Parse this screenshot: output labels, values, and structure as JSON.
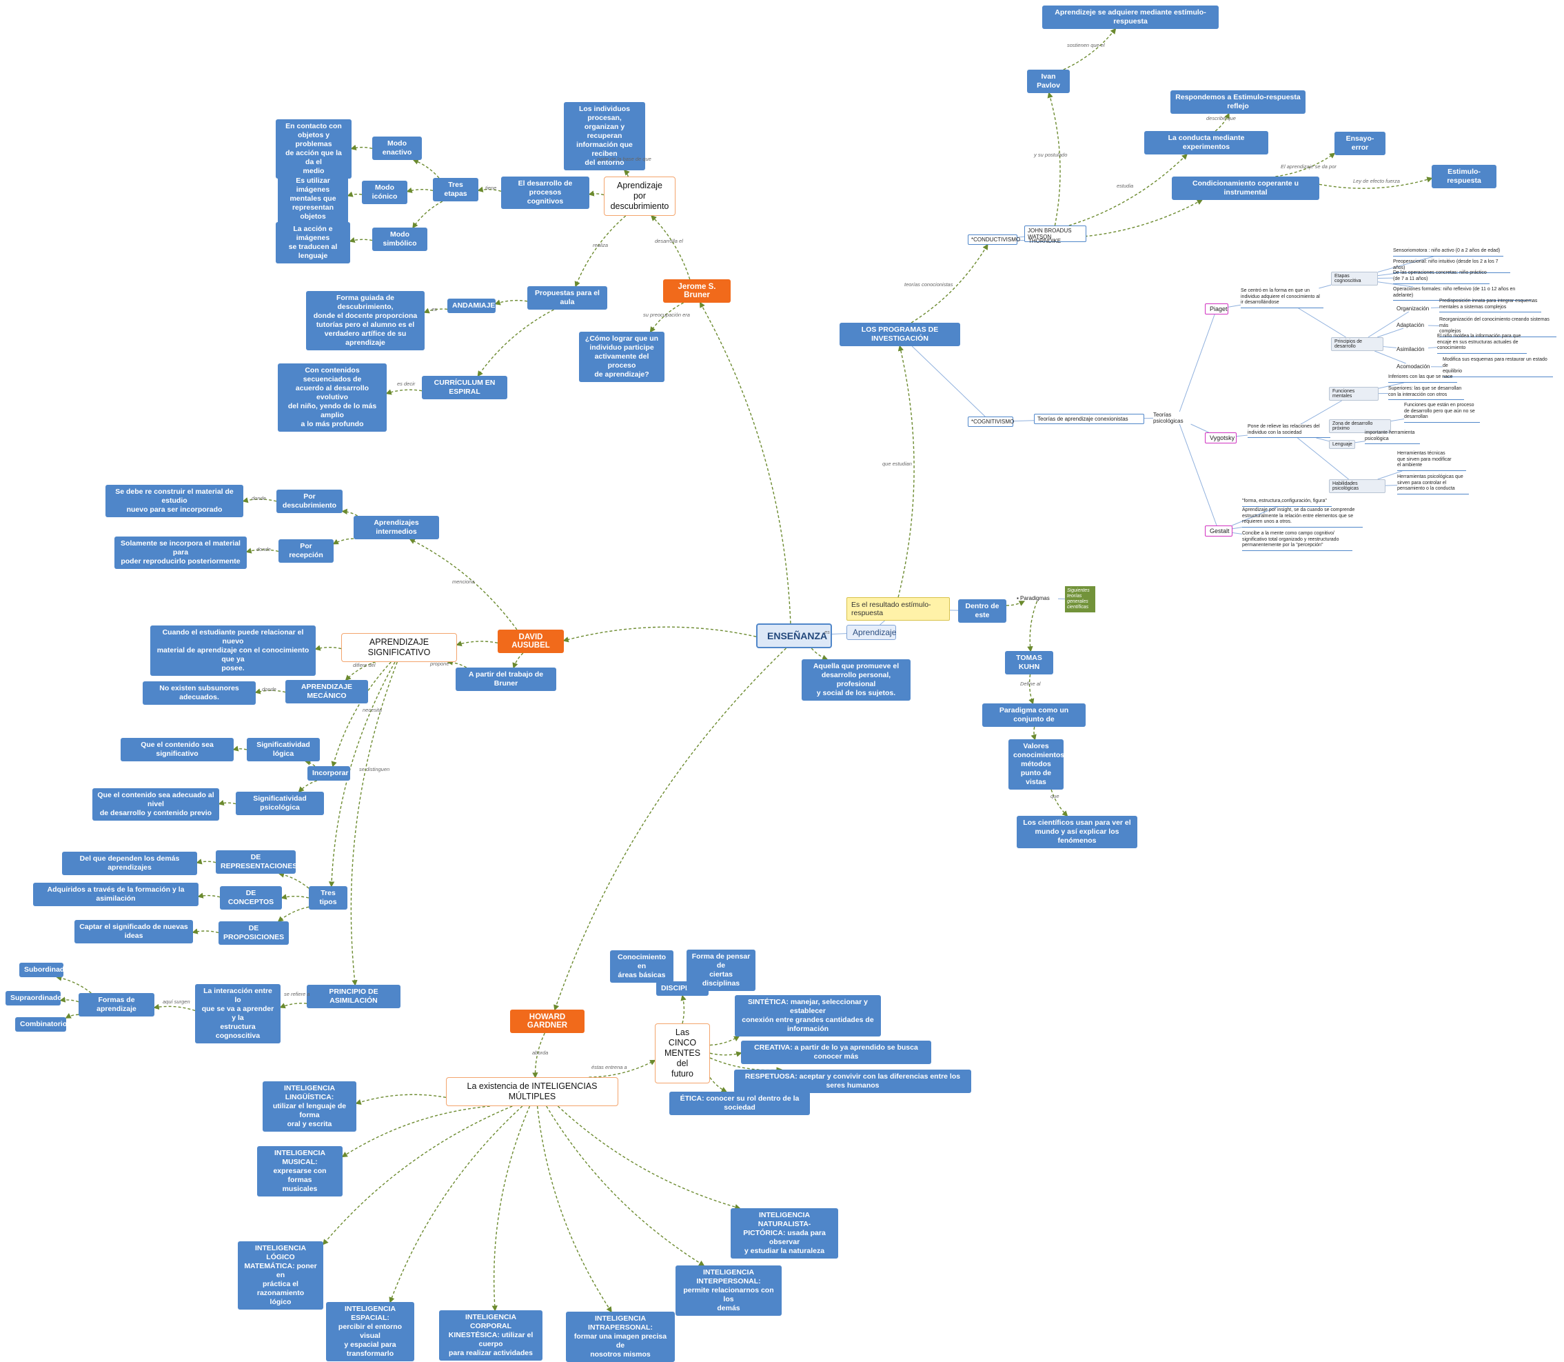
{
  "map": {
    "nodes": [
      {
        "key": "ensenanza",
        "text": "ENSEÑANZA",
        "style": "central"
      },
      {
        "key": "aprendizaje",
        "text": "Aprendizaje",
        "style": "lightblue"
      },
      {
        "key": "resultado",
        "text": "Es el resultado estímulo- respuesta",
        "style": "yellow"
      },
      {
        "key": "aquella",
        "text": "Aquella que promueve el\ndesarrollo personal, profesional\ny social de los sujetos.",
        "style": "blue"
      },
      {
        "key": "dentro",
        "text": "Dentro de este",
        "style": "blue"
      },
      {
        "key": "paradigmas",
        "text": "▪ Paradigmas",
        "style": "small-text-plain"
      },
      {
        "key": "siguientes",
        "text": "Siguientes\nteorías\ngenerales\ncientíficas",
        "style": "green"
      },
      {
        "key": "kuhn",
        "text": "TOMAS KUHN",
        "style": "blue"
      },
      {
        "key": "paradigma",
        "text": "Paradigma como un conjunto de",
        "style": "blue"
      },
      {
        "key": "valores",
        "text": "Valores\nconocimientos\nmétodos\npunto de vistas",
        "style": "blue"
      },
      {
        "key": "cientificos",
        "text": "Los científicos usan para ver el\nmundo  y así explicar los fenómenos",
        "style": "blue"
      },
      {
        "key": "programas",
        "text": "LOS PROGRAMAS DE INVESTIGACIÓN",
        "style": "blue"
      },
      {
        "key": "conductivismo",
        "text": "*CONDUCTIVISMO",
        "style": "small-outline-blue"
      },
      {
        "key": "cognitivismo",
        "text": "*COGNITIVISMO",
        "style": "small-outline-blue"
      },
      {
        "key": "watson",
        "text": "JOHN BROADUS WATSON",
        "style": "small-outline-blue"
      },
      {
        "key": "thorndike",
        "text": "THORNDIKE",
        "style": "small-text-plain"
      },
      {
        "key": "pavlov",
        "text": "Ivan Pavlov",
        "style": "blue"
      },
      {
        "key": "adquiere",
        "text": "Aprendizeje se adquiere mediante estímulo-respuesta",
        "style": "blue"
      },
      {
        "key": "conducta",
        "text": "La conducta mediante experimentos",
        "style": "blue"
      },
      {
        "key": "respondemos",
        "text": "Respondemos a Estimulo-respuesta reflejo",
        "style": "blue"
      },
      {
        "key": "condicionamiento",
        "text": "Condicionamiento coperante u instrumental",
        "style": "blue"
      },
      {
        "key": "ensayo",
        "text": "Ensayo-error",
        "style": "blue"
      },
      {
        "key": "estimulo",
        "text": "Estimulo-respuesta",
        "style": "blue"
      },
      {
        "key": "conexionistas",
        "text": "Teorías de aprendizaje conexionistas",
        "style": "small-outline-blue"
      },
      {
        "key": "teorias_psico",
        "text": "Teorías psicológicas",
        "style": "small-text-plain"
      },
      {
        "key": "piaget",
        "text": "Piaget",
        "style": "small-outline-pink"
      },
      {
        "key": "vygotsky",
        "text": "Vygotsky",
        "style": "small-outline-pink"
      },
      {
        "key": "gestalt",
        "text": "Gestalt",
        "style": "small-outline-pink"
      },
      {
        "key": "piaget_desc",
        "text": "Se centró en la forma en que un\nindividuo adquiere el conocimiento al\nir desarrollándose",
        "style": "small-text"
      },
      {
        "key": "etapas_cog",
        "text": "Etapas cognoscitiva",
        "style": "small-grey"
      },
      {
        "key": "principios",
        "text": "Principios de desarrollo",
        "style": "small-grey"
      },
      {
        "key": "e1",
        "text": "Sensoriomotora : niño activo (0 a 2 años de edad)",
        "style": "small-text"
      },
      {
        "key": "e2",
        "text": "Preoperacional: niño intuitivo (desde los 2 a los 7 años)",
        "style": "small-text"
      },
      {
        "key": "e3",
        "text": "De las operaciones concretas: niño práctico\n(de 7 a 11 años)",
        "style": "small-text"
      },
      {
        "key": "e4",
        "text": "Operaciones formales: niño reflexivo (de 11 o 12 años en adelante)",
        "style": "small-text"
      },
      {
        "key": "p1",
        "text": "Organización",
        "style": "small-text-plain"
      },
      {
        "key": "p1d",
        "text": "Predisposición innata para integrar esquemas\nmentales a sistemas complejos",
        "style": "small-text"
      },
      {
        "key": "p2",
        "text": "Adaptación",
        "style": "small-text-plain"
      },
      {
        "key": "p2d",
        "text": "Reorganización del conocimiento creando sistemas más\ncomplejos",
        "style": "small-text"
      },
      {
        "key": "p3",
        "text": "Asimilación",
        "style": "small-text-plain"
      },
      {
        "key": "p3d",
        "text": "El niño moldea la información para que\nencaje en sus estructuras actuales de\nconocimiento",
        "style": "small-text"
      },
      {
        "key": "p4",
        "text": "Acomodación",
        "style": "small-text-plain"
      },
      {
        "key": "p4d",
        "text": "Modifica sus esquemas para restaurar un estado de\nequilibrio",
        "style": "small-text"
      },
      {
        "key": "vyg_desc",
        "text": "Pone de relieve las relaciones del\nindividuo con la sociedad",
        "style": "small-text"
      },
      {
        "key": "func_ment",
        "text": "Funciones mentales",
        "style": "small-grey"
      },
      {
        "key": "fm1",
        "text": "Inferiores con las que se nace",
        "style": "small-text"
      },
      {
        "key": "fm2",
        "text": "Superiores: las que se desarrollan\ncon la interacción con otros",
        "style": "small-text"
      },
      {
        "key": "zona",
        "text": "Zona de desarrollo próximo",
        "style": "small-grey"
      },
      {
        "key": "zona_d",
        "text": "Funciones que están en proceso\nde desarrollo pero que aún no se\ndesarrollan",
        "style": "small-text"
      },
      {
        "key": "lenguaje",
        "text": "Lenguaje",
        "style": "small-grey"
      },
      {
        "key": "lenguaje_d",
        "text": "importante herramienta\npsicológica",
        "style": "small-text"
      },
      {
        "key": "habilidades",
        "text": "Habilidades psicológicas",
        "style": "small-grey"
      },
      {
        "key": "h1",
        "text": "Herramientas técnicas\nque sirven para modificar\nel ambiente",
        "style": "small-text"
      },
      {
        "key": "h2",
        "text": "Herramientas psicológicas que\nsirven para controlar el\npensamiento o la conducta",
        "style": "small-text"
      },
      {
        "key": "g1",
        "text": "\"forma, estructura,configuración, figura\"",
        "style": "small-text"
      },
      {
        "key": "g2",
        "text": "Aprendizaje por insight, se da cuando se comprende\nestructuralmente la  relación entre  elementos  que se\nrequieren  unos a otros.",
        "style": "small-text"
      },
      {
        "key": "g3",
        "text": "Concibe a la mente como campo cognitivo/\nsignificativo total organizado y reestructurado\npermanentemente por la \"percepción\"",
        "style": "small-text"
      },
      {
        "key": "bruner",
        "text": "Jerome S. Bruner",
        "style": "orange"
      },
      {
        "key": "descubrimiento",
        "text": "Aprendizaje por\ndescubrimiento",
        "style": "outline-orange"
      },
      {
        "key": "procesan",
        "text": "Los individuos procesan,\norganizan y recuperan\ninformación que reciben\ndel entorno",
        "style": "blue"
      },
      {
        "key": "desarrollo_proc",
        "text": "El desarrollo de procesos\ncognitivos",
        "style": "blue"
      },
      {
        "key": "tres_etapas",
        "text": "Tres etapas",
        "style": "blue"
      },
      {
        "key": "enactivo",
        "text": "Modo enactivo",
        "style": "blue"
      },
      {
        "key": "iconico",
        "text": "Modo icónico",
        "style": "blue"
      },
      {
        "key": "simbolico",
        "text": "Modo simbólico",
        "style": "blue"
      },
      {
        "key": "en_contacto",
        "text": "En contacto con\nobjetos y problemas\nde acción que la da el\nmedio",
        "style": "blue"
      },
      {
        "key": "imagenes",
        "text": "Es utilizar imágenes\nmentales que\nrepresentan objetos",
        "style": "blue"
      },
      {
        "key": "accion_img",
        "text": "La acción e imágenes\nse traducen al\nlenguaje",
        "style": "blue"
      },
      {
        "key": "propuestas",
        "text": "Propuestas para el aula",
        "style": "blue"
      },
      {
        "key": "andamiaje",
        "text": "ANDAMIAJE",
        "style": "blue"
      },
      {
        "key": "forma_guiada",
        "text": "Forma guiada de descubrimiento,\ndonde el docente proporciona\ntutorías pero el alumno es el\nverdadero artífice de su aprendizaje",
        "style": "blue"
      },
      {
        "key": "curriculum",
        "text": "CURRÍCULUM EN ESPIRAL",
        "style": "blue"
      },
      {
        "key": "contenidos",
        "text": "Con contenidos secuenciados de\nacuerdo al desarrollo evolutivo\ndel niño, yendo de lo más amplio\na lo más profundo",
        "style": "blue"
      },
      {
        "key": "como_lograr",
        "text": "¿Cómo lograr que un\nindividuo participe\nactivamente del proceso\nde aprendizaje?",
        "style": "blue"
      },
      {
        "key": "ausubel",
        "text": "DAVID AUSUBEL",
        "style": "orange"
      },
      {
        "key": "significativo",
        "text": "APRENDIZAJE SIGNIFICATIVO",
        "style": "outline-orange"
      },
      {
        "key": "cuando",
        "text": "Cuando el estudiante puede relacionar el nuevo\nmaterial de aprendizaje con el conocimiento que ya\nposee.",
        "style": "blue"
      },
      {
        "key": "a_partir",
        "text": "A partir del trabajo de Bruner",
        "style": "blue"
      },
      {
        "key": "intermedios",
        "text": "Aprendizajes intermedios",
        "style": "blue"
      },
      {
        "key": "por_desc",
        "text": "Por descubrimiento",
        "style": "blue"
      },
      {
        "key": "se_debe",
        "text": "Se debe re construir el material de estudio\nnuevo para ser incorporado",
        "style": "blue"
      },
      {
        "key": "por_recep",
        "text": "Por recepción",
        "style": "blue"
      },
      {
        "key": "solamente",
        "text": "Solamente se incorpora el material para\npoder reproducirlo posteriormente",
        "style": "blue"
      },
      {
        "key": "mecanico",
        "text": "APRENDIZAJE MECÁNICO",
        "style": "blue"
      },
      {
        "key": "no_existen",
        "text": "No existen subsunores adecuados.",
        "style": "blue"
      },
      {
        "key": "incorporar",
        "text": "Incorporar",
        "style": "blue"
      },
      {
        "key": "sig_logica",
        "text": "Significatividad lógica",
        "style": "blue"
      },
      {
        "key": "contenido_sig",
        "text": "Que el contenido sea significativo",
        "style": "blue"
      },
      {
        "key": "sig_psico",
        "text": "Significatividad psicológica",
        "style": "blue"
      },
      {
        "key": "adecuado",
        "text": "Que el contenido sea adecuado al nivel\nde desarrollo y contenido previo",
        "style": "blue"
      },
      {
        "key": "tres_tipos",
        "text": "Tres tipos",
        "style": "blue"
      },
      {
        "key": "representaciones",
        "text": "DE REPRESENTACIONES",
        "style": "blue"
      },
      {
        "key": "dependen",
        "text": "Del que dependen los demás aprendizajes",
        "style": "blue"
      },
      {
        "key": "conceptos",
        "text": "DE CONCEPTOS",
        "style": "blue"
      },
      {
        "key": "adquiridos",
        "text": "Adquiridos a través de la formación y la asimilación",
        "style": "blue"
      },
      {
        "key": "proposiciones",
        "text": "DE PROPOSICIONES",
        "style": "blue"
      },
      {
        "key": "captar",
        "text": "Captar el significado de nuevas ideas",
        "style": "blue"
      },
      {
        "key": "asimilacion",
        "text": "PRINCIPIO DE ASIMILACIÓN",
        "style": "blue"
      },
      {
        "key": "interaccion",
        "text": "La interacción entre lo\nque se va a aprender y la\nestructura cognoscitiva",
        "style": "blue"
      },
      {
        "key": "formas",
        "text": "Formas de aprendizaje",
        "style": "blue"
      },
      {
        "key": "subordinado",
        "text": "Subordinado",
        "style": "blue"
      },
      {
        "key": "supraordinado",
        "text": "Supraordinado",
        "style": "blue"
      },
      {
        "key": "combinatorio",
        "text": "Combinatorio",
        "style": "blue"
      },
      {
        "key": "gardner",
        "text": "HOWARD GARDNER",
        "style": "orange"
      },
      {
        "key": "multiples",
        "text": "La existencia de INTELIGENCIAS MÚLTIPLES",
        "style": "outline-orange"
      },
      {
        "key": "cinco",
        "text": "Las CINCO\nMENTES del\nfuturo",
        "style": "outline-orange"
      },
      {
        "key": "disciplinada",
        "text": "DISCIPLINADA",
        "style": "blue"
      },
      {
        "key": "conocimiento_areas",
        "text": "Conocimiento en\náreas básicas",
        "style": "blue"
      },
      {
        "key": "forma_pensar",
        "text": "Forma de pensar de\nciertas disciplinas",
        "style": "blue"
      },
      {
        "key": "sintetica",
        "text": "SINTÉTICA: manejar, seleccionar y establecer\nconexión entre grandes cantidades de\ninformación",
        "style": "blue"
      },
      {
        "key": "creativa",
        "text": "CREATIVA: a partir de lo ya aprendido se busca conocer más",
        "style": "blue"
      },
      {
        "key": "respetuosa",
        "text": "RESPETUOSA: aceptar y convivir con las diferencias entre los seres humanos",
        "style": "blue"
      },
      {
        "key": "etica",
        "text": "ÉTICA: conocer su rol dentro de la sociedad",
        "style": "blue"
      },
      {
        "key": "linguistica",
        "text": "INTELIGENCIA LINGÜÍSTICA:\nutilizar el lenguaje de forma\noral y escrita",
        "style": "blue"
      },
      {
        "key": "musical",
        "text": "INTELIGENCIA MUSICAL:\nexpresarse con formas\nmusicales",
        "style": "blue"
      },
      {
        "key": "logico",
        "text": "INTELIGENCIA LÓGICO\nMATEMÁTICA:  poner en\npráctica el razonamiento\nlógico",
        "style": "blue"
      },
      {
        "key": "espacial",
        "text": "INTELIGENCIA ESPACIAL:\npercibir el entorno visual\ny espacial para\ntransformarlo",
        "style": "blue"
      },
      {
        "key": "corporal",
        "text": "INTELIGENCIA CORPORAL\nKINESTÉSICA: utilizar el cuerpo\npara realizar actividades",
        "style": "blue"
      },
      {
        "key": "intrapersonal",
        "text": "INTELIGENCIA INTRAPERSONAL:\nformar una imagen precisa de\nnosotros mismos",
        "style": "blue"
      },
      {
        "key": "interpersonal",
        "text": "INTELIGENCIA INTERPERSONAL:\npermite relacionarnos con los\ndemás",
        "style": "blue"
      },
      {
        "key": "naturalista",
        "text": "INTELIGENCIA NATURALISTA-\nPICTÓRICA: usada para observar\ny estudiar la naturaleza",
        "style": "blue"
      }
    ],
    "edge_labels": [
      {
        "key": "l_es",
        "text": "es"
      },
      {
        "key": "l_que_estudian",
        "text": "que estudian"
      },
      {
        "key": "l_teorias_con",
        "text": "teorías conocionistas"
      },
      {
        "key": "l_sostienen",
        "text": "sostienen que el"
      },
      {
        "key": "l_postulado",
        "text": "y su postulado"
      },
      {
        "key": "l_describe",
        "text": "describe que"
      },
      {
        "key": "l_estudia",
        "text": "estudia"
      },
      {
        "key": "l_aprendizaje_da",
        "text": "El aprendizaje se da por"
      },
      {
        "key": "l_ley",
        "text": "Ley de efecto fuerza"
      },
      {
        "key": "l_define",
        "text": "Define al"
      },
      {
        "key": "l_que",
        "text": "que"
      },
      {
        "key": "l_parte_base",
        "text": "parte de la base de que"
      },
      {
        "key": "l_desarrollo_el",
        "text": "desarrolla el"
      },
      {
        "key": "l_tiene",
        "text": "tiene"
      },
      {
        "key": "l_realiza",
        "text": "realiza"
      },
      {
        "key": "l_preocupacion",
        "text": "su preocupación era"
      },
      {
        "key": "l_es2",
        "text": "es"
      },
      {
        "key": "l_es_decir",
        "text": "es decir"
      },
      {
        "key": "l_menciona",
        "text": "menciona"
      },
      {
        "key": "l_donde1",
        "text": "donde"
      },
      {
        "key": "l_donde2",
        "text": "donde"
      },
      {
        "key": "l_propone",
        "text": "propone"
      },
      {
        "key": "l_difiere",
        "text": "difiere del"
      },
      {
        "key": "l_donde3",
        "text": "donde"
      },
      {
        "key": "l_necesita",
        "text": "necesita"
      },
      {
        "key": "l_se_distinguen",
        "text": "se distinguen"
      },
      {
        "key": "l_refiere",
        "text": "se refiere a"
      },
      {
        "key": "l_surgen",
        "text": "aquí surgen"
      },
      {
        "key": "l_aborda",
        "text": "aborda"
      },
      {
        "key": "l_nos_entrena",
        "text": "éstas entrena a"
      }
    ]
  }
}
